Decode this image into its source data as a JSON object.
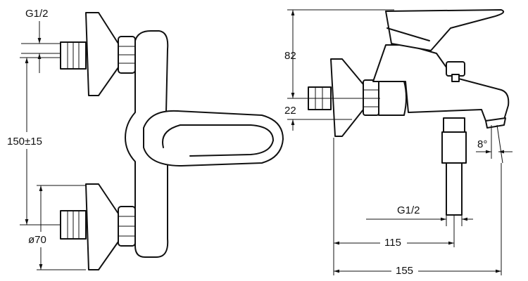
{
  "labels": {
    "thread_top": "G1/2",
    "center_distance": "150±15",
    "diameter": "ø70",
    "height": "82",
    "offset": "22",
    "angle": "8°",
    "thread_side": "G1/2",
    "depth_115": "115",
    "depth_155": "155"
  }
}
